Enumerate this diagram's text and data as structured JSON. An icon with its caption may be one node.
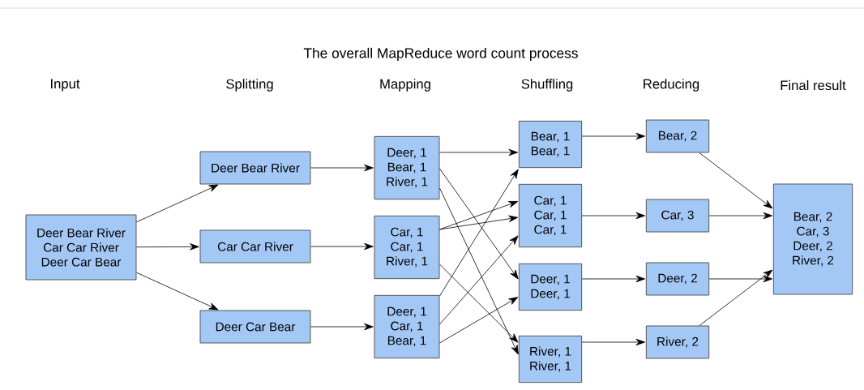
{
  "diagram": {
    "title": "The overall MapReduce word count process",
    "nodes": [
      {
        "text": [
          "Deer Bear River",
          "Car Car River",
          "Deer Car Bear"
        ]
      },
      {
        "text": [
          "Deer Bear River"
        ]
      },
      {
        "text": [
          "Car Car River"
        ]
      },
      {
        "text": [
          "Deer Car Bear"
        ]
      },
      {
        "text": [
          "Deer, 1",
          "Bear, 1",
          "River, 1"
        ]
      },
      {
        "text": [
          "Car, 1",
          "Car, 1",
          "River, 1"
        ]
      },
      {
        "text": [
          "Deer, 1",
          "Car, 1",
          "Bear, 1"
        ]
      },
      {
        "text": [
          "Bear, 1",
          "Bear, 1"
        ]
      },
      {
        "text": [
          "Car, 1",
          "Car, 1",
          "Car, 1"
        ]
      },
      {
        "text": [
          "Deer, 1",
          "Deer, 1"
        ]
      },
      {
        "text": [
          "River, 1",
          "River, 1"
        ]
      },
      {
        "text": [
          "Bear, 2"
        ]
      },
      {
        "text": [
          "Car, 3"
        ]
      },
      {
        "text": [
          "Deer, 2"
        ]
      },
      {
        "text": [
          "River, 2"
        ]
      },
      {
        "text": [
          "Bear, 2",
          "Car, 3",
          "Deer, 2",
          "River, 2"
        ]
      }
    ],
    "edges": [
      {
        "from": 0,
        "to": 1,
        "arrow": "to"
      },
      {
        "from": 0,
        "to": 2,
        "arrow": "to"
      },
      {
        "from": 0,
        "to": 3,
        "arrow": "to"
      },
      {
        "from": 1,
        "to": 4,
        "arrow": "to"
      },
      {
        "from": 2,
        "to": 5,
        "arrow": "to"
      },
      {
        "from": 3,
        "to": 6,
        "arrow": "to"
      },
      {
        "from": 4,
        "to": 7,
        "arrow": "to"
      },
      {
        "from": 4,
        "to": 9,
        "arrow": "to"
      },
      {
        "from": 4,
        "to": 10,
        "arrow": "to"
      },
      {
        "from": 5,
        "to": 8,
        "arrow": "to"
      },
      {
        "from": 5,
        "to": 8,
        "arrow": "to"
      },
      {
        "from": 5,
        "to": 10,
        "arrow": "to"
      },
      {
        "from": 6,
        "to": 7,
        "arrow": "to"
      },
      {
        "from": 6,
        "to": 8,
        "arrow": "to"
      },
      {
        "from": 6,
        "to": 9,
        "arrow": "to"
      },
      {
        "from": 7,
        "to": 11,
        "arrow": "to"
      },
      {
        "from": 8,
        "to": 12,
        "arrow": "to"
      },
      {
        "from": 9,
        "to": 13,
        "arrow": "to"
      },
      {
        "from": 10,
        "to": 14,
        "arrow": "to"
      },
      {
        "from": 11,
        "to": 15,
        "arrow": "to"
      },
      {
        "from": 12,
        "to": 15,
        "arrow": "to"
      },
      {
        "from": 13,
        "to": 15,
        "arrow": "to"
      },
      {
        "from": 14,
        "to": 15,
        "arrow": "to"
      }
    ],
    "labels": [
      "Input",
      "Splitting",
      "Mapping",
      "Shuffling",
      "Reducing",
      "Final result"
    ]
  }
}
